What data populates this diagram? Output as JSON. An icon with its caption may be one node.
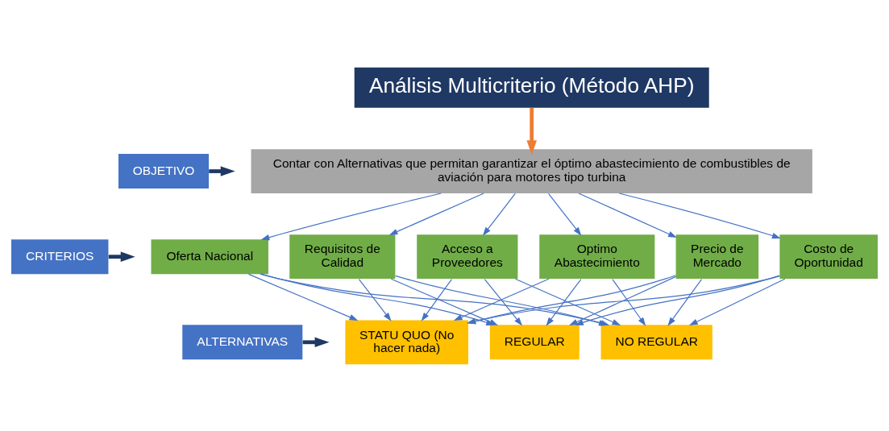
{
  "diagram": {
    "nodes": [
      {
        "text": [
          "Análisis Multicriterio (Método AHP)"
        ]
      },
      {
        "text": [
          "OBJETIVO"
        ]
      },
      {
        "text": [
          "Contar con Alternativas que permitan garantizar el óptimo abastecimiento de combustibles de aviación para motores tipo turbina"
        ]
      },
      {
        "text": [
          "CRITERIOS"
        ]
      },
      {
        "text": [
          "Oferta Nacional"
        ]
      },
      {
        "text": [
          "Requisitos de Calidad"
        ]
      },
      {
        "text": [
          "Acceso a Proveedores"
        ]
      },
      {
        "text": [
          "Optimo Abastecimiento"
        ]
      },
      {
        "text": [
          "Precio de Mercado"
        ]
      },
      {
        "text": [
          "Costo de Oportunidad"
        ]
      },
      {
        "text": [
          "ALTERNATIVAS"
        ]
      },
      {
        "text": [
          "STATU QUO (No hacer nada)"
        ]
      },
      {
        "text": [
          "REGULAR"
        ]
      },
      {
        "text": [
          "NO REGULAR"
        ]
      }
    ],
    "edges": [
      {
        "from": 0,
        "to": 2,
        "arrow": "to",
        "style": "thick",
        "color": "#ed7d31"
      },
      {
        "from": 1,
        "to": null,
        "arrow": "to",
        "style": "thick",
        "color": "#1f3864"
      },
      {
        "from": 3,
        "to": null,
        "arrow": "to",
        "style": "thick",
        "color": "#1f3864"
      },
      {
        "from": 10,
        "to": null,
        "arrow": "to",
        "style": "thick",
        "color": "#1f3864"
      },
      {
        "from": 2,
        "to": 4,
        "arrow": "to"
      },
      {
        "from": 2,
        "to": 5,
        "arrow": "to"
      },
      {
        "from": 2,
        "to": 6,
        "arrow": "to"
      },
      {
        "from": 2,
        "to": 7,
        "arrow": "to"
      },
      {
        "from": 2,
        "to": 8,
        "arrow": "to"
      },
      {
        "from": 2,
        "to": 9,
        "arrow": "to"
      },
      {
        "from": 4,
        "to": 11,
        "arrow": "to"
      },
      {
        "from": 4,
        "to": 12,
        "arrow": "to"
      },
      {
        "from": 4,
        "to": 13,
        "arrow": "to"
      },
      {
        "from": 5,
        "to": 11,
        "arrow": "to"
      },
      {
        "from": 5,
        "to": 12,
        "arrow": "to"
      },
      {
        "from": 5,
        "to": 13,
        "arrow": "to"
      },
      {
        "from": 6,
        "to": 11,
        "arrow": "to"
      },
      {
        "from": 6,
        "to": 12,
        "arrow": "to"
      },
      {
        "from": 6,
        "to": 13,
        "arrow": "to"
      },
      {
        "from": 7,
        "to": 11,
        "arrow": "to"
      },
      {
        "from": 7,
        "to": 12,
        "arrow": "to"
      },
      {
        "from": 7,
        "to": 13,
        "arrow": "to"
      },
      {
        "from": 8,
        "to": 11,
        "arrow": "to"
      },
      {
        "from": 8,
        "to": 12,
        "arrow": "to"
      },
      {
        "from": 8,
        "to": 13,
        "arrow": "to"
      },
      {
        "from": 9,
        "to": 11,
        "arrow": "to"
      },
      {
        "from": 9,
        "to": 12,
        "arrow": "to"
      },
      {
        "from": 9,
        "to": 13,
        "arrow": "to"
      }
    ]
  }
}
